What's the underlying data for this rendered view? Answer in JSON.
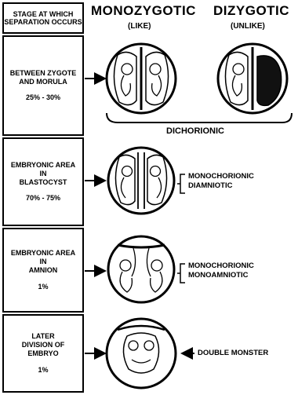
{
  "headers": {
    "stage_col": "STAGE AT WHICH\nSEPARATION OCCURS",
    "mono_title": "MONOZYGOTIC",
    "mono_sub": "(LIKE)",
    "di_title": "DIZYGOTIC",
    "di_sub": "(UNLIKE)"
  },
  "stages": [
    {
      "label": "BETWEEN ZYGOTE\nAND MORULA",
      "percent": "25% - 30%"
    },
    {
      "label": "EMBRYONIC AREA\nIN\nBLASTOCYST",
      "percent": "70% - 75%"
    },
    {
      "label": "EMBRYONIC AREA\nIN\nAMNION",
      "percent": "1%"
    },
    {
      "label": "LATER\nDIVISION OF\nEMBRYO",
      "percent": "1%"
    }
  ],
  "annotations": {
    "dichorionic": "DICHORIONIC",
    "mono_diamniotic_1": "MONOCHORIONIC",
    "mono_diamniotic_2": "DIAMNIOTIC",
    "mono_mono_1": "MONOCHORIONIC",
    "mono_mono_2": "MONOAMNIOTIC",
    "double_monster": "DOUBLE MONSTER"
  }
}
